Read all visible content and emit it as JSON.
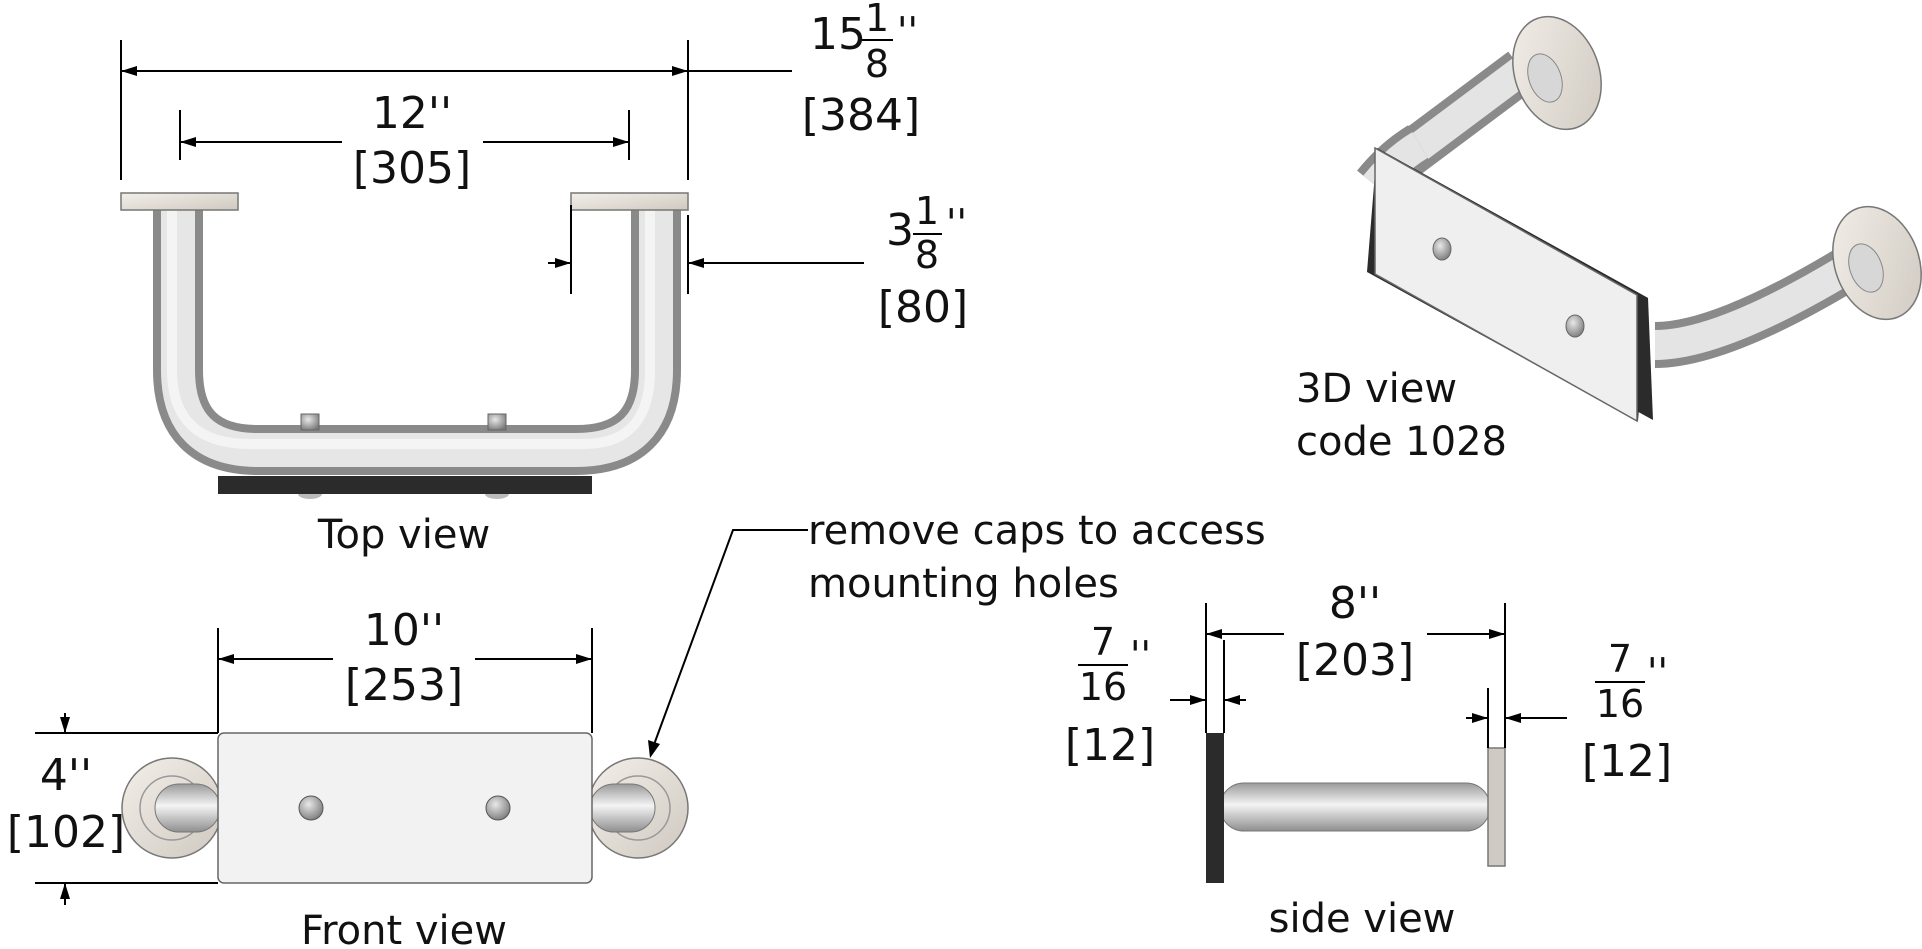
{
  "dimensions": {
    "overall_width": {
      "whole": "15",
      "numerator": "1",
      "denominator": "8",
      "inch_mark": "''",
      "mm": "[384]"
    },
    "flange_spacing": {
      "inch": "12''",
      "mm": "[305]"
    },
    "projection": {
      "whole": "3",
      "numerator": "1",
      "denominator": "8",
      "inch_mark": "''",
      "mm": "[80]"
    },
    "plate_width": {
      "inch": "10''",
      "mm": "[253]"
    },
    "plate_height": {
      "inch": "4''",
      "mm": "[102]"
    },
    "side_depth": {
      "inch": "8''",
      "mm": "[203]"
    },
    "plate_thickness": {
      "numerator": "7",
      "denominator": "16",
      "inch_mark": "''",
      "mm": "[12]"
    },
    "flange_thickness": {
      "numerator": "7",
      "denominator": "16",
      "inch_mark": "''",
      "mm": "[12]"
    }
  },
  "labels": {
    "top_view": "Top view",
    "front_view": "Front view",
    "side_view": "side view",
    "view_3d_line1": "3D view",
    "view_3d_line2": "code 1028",
    "note_line1": "remove caps to access",
    "note_line2": "mounting holes"
  },
  "colors": {
    "steel_light": "#f2f2f2",
    "steel_mid": "#c9c9c9",
    "steel_dark": "#8f8f8f",
    "flange": "#e7e2db",
    "backing": "#2b2b2b"
  }
}
